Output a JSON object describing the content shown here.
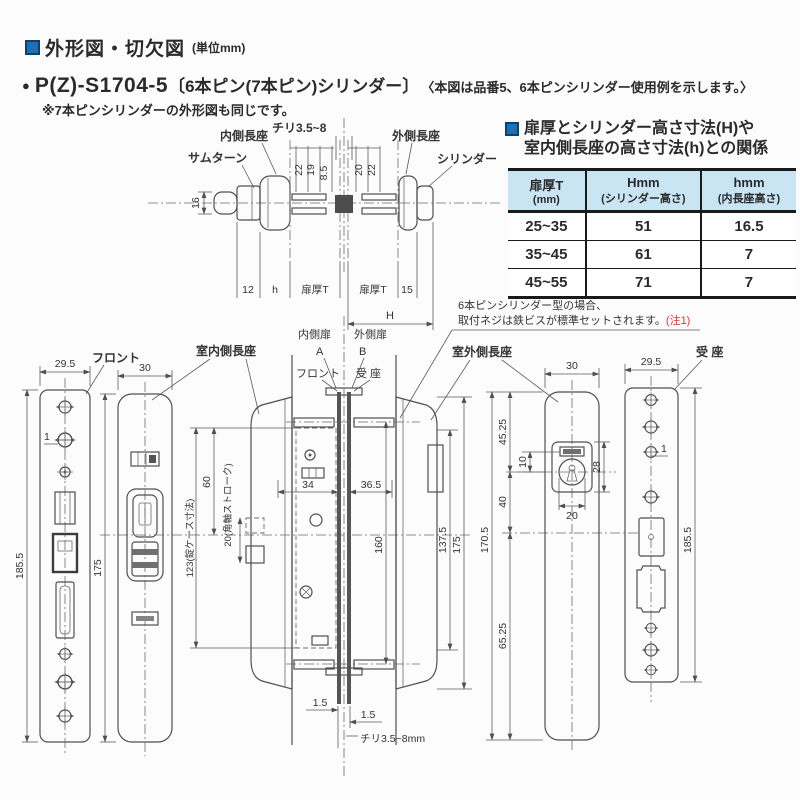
{
  "header": {
    "title": "外形図・切欠図",
    "unit": "(単位mm)"
  },
  "product": {
    "bullet": "●",
    "code": "P(Z)-S1704-5",
    "spec": "〔6本ピン(7本ピン)シリンダー〕",
    "usage_note": "〈本図は品番5、6本ピンシリンダー使用例を示します。〉",
    "sub_note": "※7本ピンシリンダーの外形図も同じです。"
  },
  "relation_table": {
    "heading_line1": "扉厚とシリンダー高さ寸法(H)や",
    "heading_line2": "室内側長座の高さ寸法(h)との関係",
    "col1_line1": "扉厚T",
    "col1_line2": "(mm)",
    "col2_line1": "Hmm",
    "col2_line2": "(シリンダー高さ)",
    "col3_line1": "hmm",
    "col3_line2": "(内長座高さ)",
    "rows": [
      {
        "t": "25~35",
        "H": "51",
        "h": "16.5"
      },
      {
        "t": "35~45",
        "H": "61",
        "h": "7"
      },
      {
        "t": "45~55",
        "H": "71",
        "h": "7"
      }
    ]
  },
  "top_drawing": {
    "label_thumbturn": "サムターン",
    "label_inner_rose": "内側長座",
    "label_gap": "チリ3.5~8",
    "label_outer_rose": "外側長座",
    "label_cylinder": "シリンダー",
    "dim_16": "16",
    "dim_22L": "22",
    "dim_19": "19",
    "dim_8_5": "8.5",
    "dim_20": "20",
    "dim_22R": "22",
    "dim_12": "12",
    "dim_h": "h",
    "dim_T1": "扉厚T",
    "dim_T2": "扉厚T",
    "dim_15": "15",
    "dim_H": "H"
  },
  "bottom_drawing": {
    "label_front": "フロント",
    "dim_front_w": "29.5",
    "dim_front_h": "185.5",
    "dim_front_1": "1",
    "label_inner_rose": "室内側長座",
    "dim_inner_w": "30",
    "dim_inner_h": "175",
    "dim_case": "123(錠ケース寸法)",
    "dim_60": "60",
    "dim_stroke": "20(角軸ストローク)",
    "label_inner_door": "内側扉",
    "label_A": "A",
    "label_outer_door": "外側扉",
    "label_B": "B",
    "label_front2": "フロント",
    "label_strike2": "受 座",
    "note_line1": "6本ピンシリンダー型の場合、",
    "note_line2": "取付ネジは鉄ビスが標準セットされます。",
    "note_ref": "(注1)",
    "label_outer_rose": "室外側長座",
    "label_strike": "受 座",
    "dim_outer_w": "30",
    "dim_strike_w": "29.5",
    "dim_34": "34",
    "dim_36_5": "36.5",
    "dim_160": "160",
    "dim_137_5": "137.5",
    "dim_175": "175",
    "dim_45_25": "45.25",
    "dim_40": "40",
    "dim_65_25": "65.25",
    "dim_170_5": "170.5",
    "dim_10": "10",
    "dim_28": "28",
    "dim_20": "20",
    "dim_strike_h": "185.5",
    "dim_strike_1": "1",
    "dim_1_5a": "1.5",
    "dim_1_5b": "1.5",
    "label_gap_mm": "チリ3.5~8mm"
  }
}
